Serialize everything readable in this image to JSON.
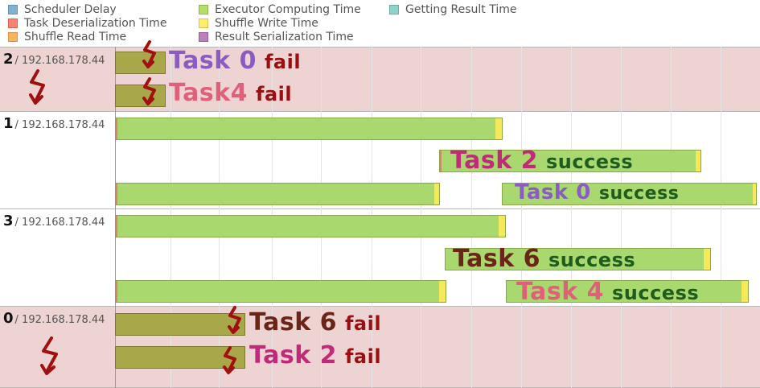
{
  "legend": [
    {
      "label": "Scheduler Delay",
      "color": "#80b1d3"
    },
    {
      "label": "Task Deserialization Time",
      "color": "#fb8072"
    },
    {
      "label": "Shuffle Read Time",
      "color": "#fdb462"
    },
    {
      "label": "Executor Computing Time",
      "color": "#b3de69"
    },
    {
      "label": "Shuffle Write Time",
      "color": "#ffed6f"
    },
    {
      "label": "Result Serialization Time",
      "color": "#bc80bd"
    },
    {
      "label": "Getting Result Time",
      "color": "#8dd3c7"
    }
  ],
  "executors": [
    {
      "id": "2",
      "host": "/ 192.168.178.44",
      "failed": true
    },
    {
      "id": "1",
      "host": "/ 192.168.178.44",
      "failed": false
    },
    {
      "id": "3",
      "host": "/ 192.168.178.44",
      "failed": false
    },
    {
      "id": "0",
      "host": "/ 192.168.178.44",
      "failed": true
    }
  ],
  "annotations": {
    "task0_fail": {
      "task": "Task 0",
      "status": "fail"
    },
    "task4_fail": {
      "task": "Task4",
      "status": "fail"
    },
    "task2_success": {
      "task": "Task 2",
      "status": "success"
    },
    "task0_success": {
      "task": "Task 0",
      "status": "success"
    },
    "task6_success": {
      "task": "Task 6",
      "status": "success"
    },
    "task4_success": {
      "task": "Task 4",
      "status": "success"
    },
    "task6_fail": {
      "task": "Task 6",
      "status": "fail"
    },
    "task2_fail": {
      "task": "Task 2",
      "status": "fail"
    }
  },
  "colors": {
    "failed_lane": "#eed3d3",
    "annotation_arrow": "#a01010"
  }
}
